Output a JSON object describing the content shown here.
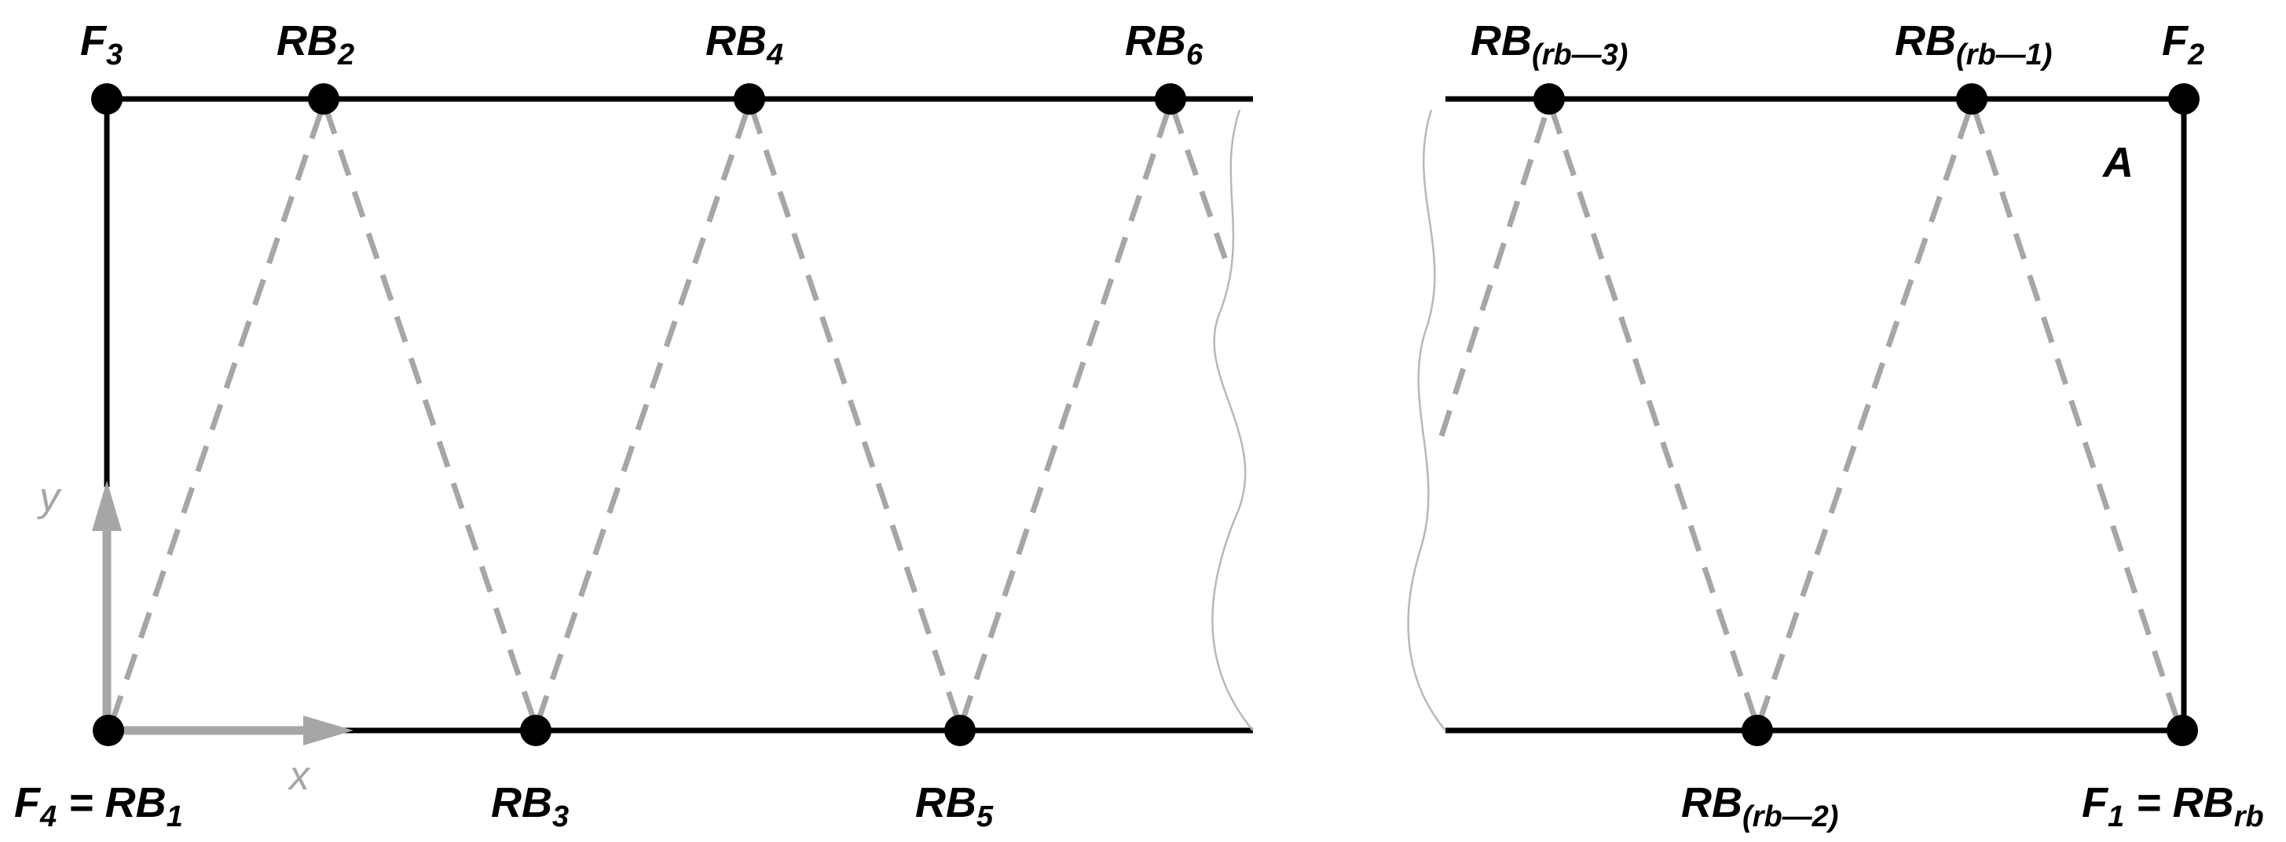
{
  "labels": {
    "f3": {
      "main": "F",
      "sub": "3"
    },
    "rb2": {
      "main": "RB",
      "sub": "2"
    },
    "rb4": {
      "main": "RB",
      "sub": "4"
    },
    "rb6": {
      "main": "RB",
      "sub": "6"
    },
    "rb_rb3": {
      "main": "RB",
      "sub": "(rb—3)"
    },
    "rb_rb1": {
      "main": "RB",
      "sub": "(rb—1)"
    },
    "f2": {
      "main": "F",
      "sub": "2"
    },
    "a": {
      "main": "A"
    },
    "f4_rb1": {
      "main": "F",
      "sub": "4",
      "eq": " = RB",
      "sub2": "1"
    },
    "rb3": {
      "main": "RB",
      "sub": "3"
    },
    "rb5": {
      "main": "RB",
      "sub": "5"
    },
    "rb_rb2": {
      "main": "RB",
      "sub": "(rb—2)"
    },
    "f1_rbrb": {
      "main": "F",
      "sub": "1",
      "eq": " = RB",
      "sub2": "rb"
    }
  },
  "axes": {
    "x": "x",
    "y": "y"
  },
  "colors": {
    "line": "#000000",
    "dashed": "#a6a6a6",
    "axis": "#a6a6a6"
  }
}
